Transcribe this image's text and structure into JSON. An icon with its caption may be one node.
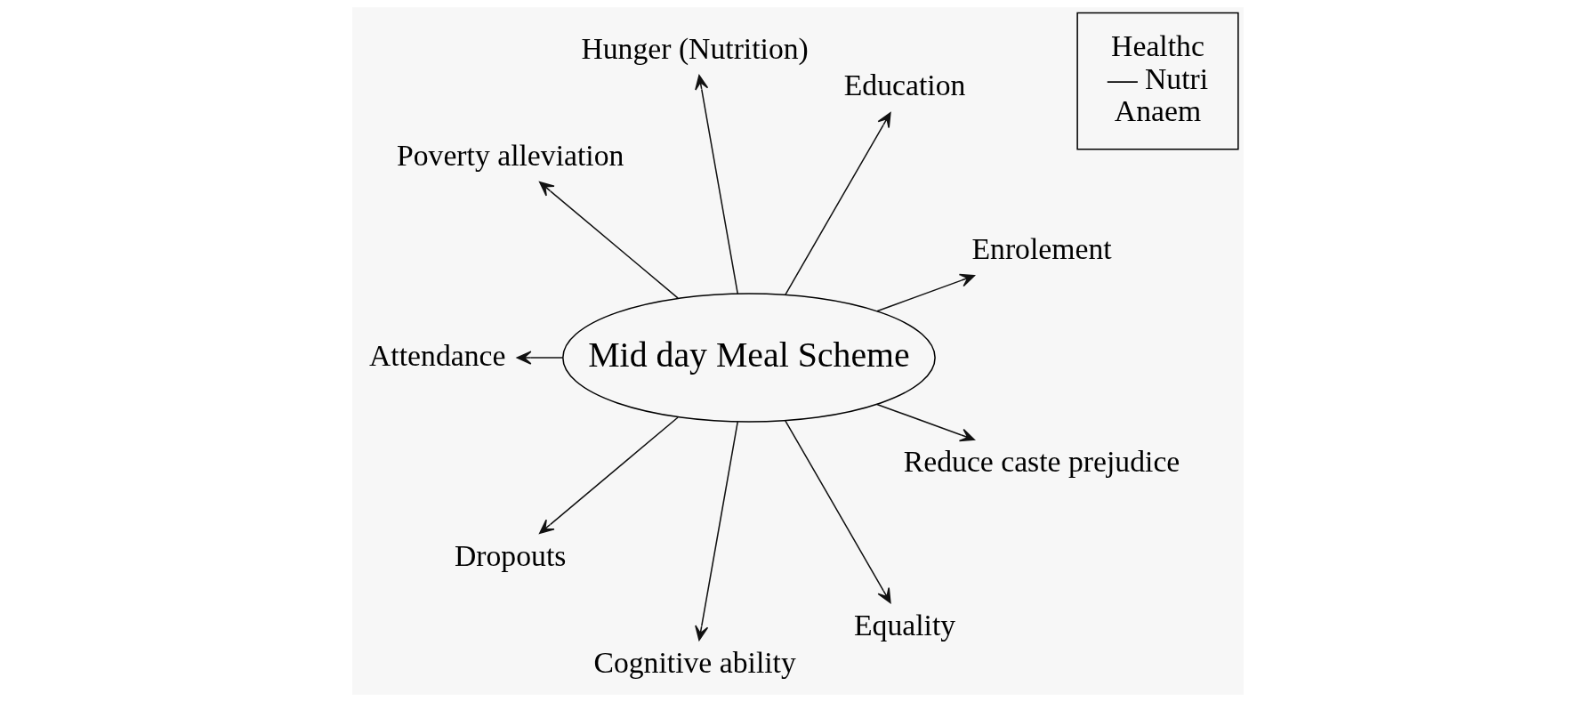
{
  "diagram": {
    "nodes": [
      {
        "text": [
          "Mid day Meal Scheme"
        ]
      },
      {
        "text": [
          "Enrolement"
        ]
      },
      {
        "text": [
          "Education"
        ]
      },
      {
        "text": [
          "Hunger (Nutrition)"
        ]
      },
      {
        "text": [
          "Poverty alleviation"
        ]
      },
      {
        "text": [
          "Attendance"
        ]
      },
      {
        "text": [
          "Dropouts"
        ]
      },
      {
        "text": [
          "Cognitive ability"
        ]
      },
      {
        "text": [
          "Equality"
        ]
      },
      {
        "text": [
          "Reduce caste prejudice"
        ]
      },
      {
        "text": [
          "Healthc",
          "— Nutri",
          "Anaem"
        ]
      }
    ],
    "edges": [
      {
        "from": 0,
        "to": 1,
        "arrow": "to"
      },
      {
        "from": 0,
        "to": 2,
        "arrow": "to"
      },
      {
        "from": 0,
        "to": 3,
        "arrow": "to"
      },
      {
        "from": 0,
        "to": 4,
        "arrow": "to"
      },
      {
        "from": 0,
        "to": 5,
        "arrow": "to"
      },
      {
        "from": 0,
        "to": 6,
        "arrow": "to"
      },
      {
        "from": 0,
        "to": 7,
        "arrow": "to"
      },
      {
        "from": 0,
        "to": 8,
        "arrow": "to"
      },
      {
        "from": 0,
        "to": 9,
        "arrow": "to"
      }
    ]
  }
}
